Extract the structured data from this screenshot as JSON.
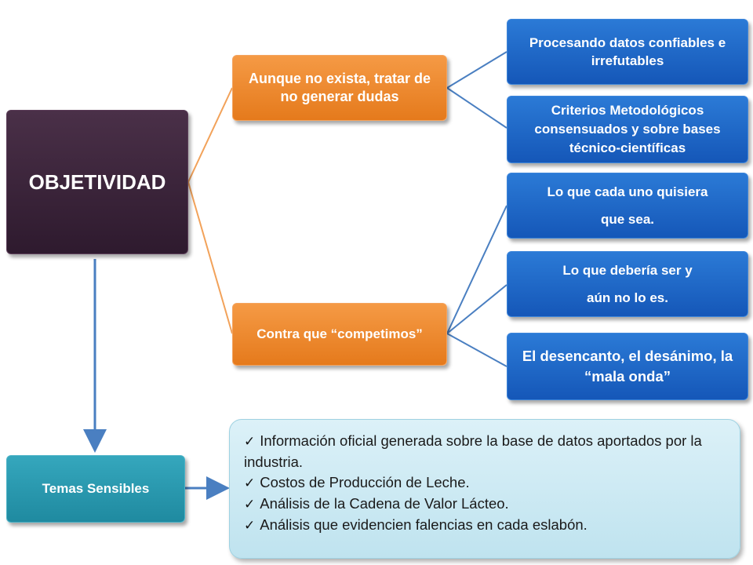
{
  "root": {
    "label": "OBJETIVIDAD"
  },
  "branches": [
    {
      "label": "Aunque no exista, tratar de no generar dudas"
    },
    {
      "label": "Contra que “competimos”"
    }
  ],
  "leaves": [
    {
      "label": "Procesando datos confiables e irrefutables"
    },
    {
      "label": "Criterios Metodológicos consensuados y sobre bases técnico-científicas"
    },
    {
      "line1": "Lo que cada uno quisiera",
      "line2": "que sea."
    },
    {
      "line1": "Lo que debería ser y",
      "line2": "aún no lo es."
    },
    {
      "label": "El desencanto, el desánimo, la “mala onda”"
    }
  ],
  "sensitive": {
    "label": "Temas Sensibles"
  },
  "notes": {
    "check_icon": "check-icon",
    "items": [
      "Información oficial generada sobre la base de datos aportados por la industria.",
      "Costos de Producción de Leche.",
      "Análisis de la Cadena de Valor Lácteo.",
      "Análisis que evidencien falencias en cada eslabón."
    ]
  },
  "colors": {
    "root": "#3a2339",
    "branch": "#ef8a2e",
    "leaf": "#1f66c8",
    "sensitive": "#2a97ad",
    "note": "#cfeaf4",
    "orange_connector": "#f2a25a",
    "blue_connector": "#4a7fc1"
  }
}
